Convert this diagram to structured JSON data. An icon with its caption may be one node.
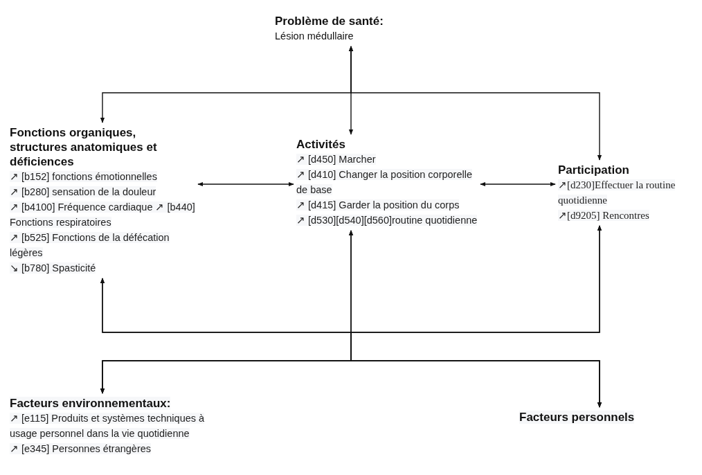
{
  "diagram": {
    "nodes": [
      {
        "text": [
          "Problème de santé:",
          "Lésion médullaire"
        ]
      },
      {
        "text": [
          "Fonctions organiques, structures anatomiques et déficiences",
          "↗ [b152] fonctions émotionnelles",
          "↗ [b280] sensation de la douleur",
          "↗ [b4100] Fréquence cardiaque ↗ [b440] Fonctions respiratoires",
          "↗ [b525] Fonctions de la défécation légères",
          "↘ [b780] Spasticité"
        ]
      },
      {
        "text": [
          "Activités",
          "↗ [d450] Marcher",
          "↗ [d410] Changer la position corporelle de base",
          "↗ [d415] Garder la position du corps",
          "↗ [d530][d540][d560]routine quotidienne"
        ]
      },
      {
        "text": [
          "Participation",
          "↗[d230]Effectuer la routine quotidienne",
          "↗[d9205] Rencontres"
        ]
      },
      {
        "text": [
          "Facteurs environnementaux:",
          "↗ [e115] Produits et systèmes techniques à usage personnel dans la vie quotidienne",
          "↗ [e345] Personnes étrangères"
        ]
      },
      {
        "text": [
          "Facteurs personnels"
        ]
      }
    ],
    "edges": [
      {
        "from": 0,
        "to": 1,
        "arrow": "both"
      },
      {
        "from": 0,
        "to": 2,
        "arrow": "both"
      },
      {
        "from": 0,
        "to": 3,
        "arrow": "both"
      },
      {
        "from": 1,
        "to": 2,
        "arrow": "both"
      },
      {
        "from": 2,
        "to": 3,
        "arrow": "both"
      },
      {
        "from": 4,
        "to": 1,
        "arrow": "both"
      },
      {
        "from": 4,
        "to": 2,
        "arrow": "both"
      },
      {
        "from": 4,
        "to": 3,
        "arrow": "both"
      },
      {
        "from": 5,
        "to": 1,
        "arrow": "both"
      },
      {
        "from": 5,
        "to": 2,
        "arrow": "both"
      },
      {
        "from": 5,
        "to": 3,
        "arrow": "both"
      }
    ]
  }
}
